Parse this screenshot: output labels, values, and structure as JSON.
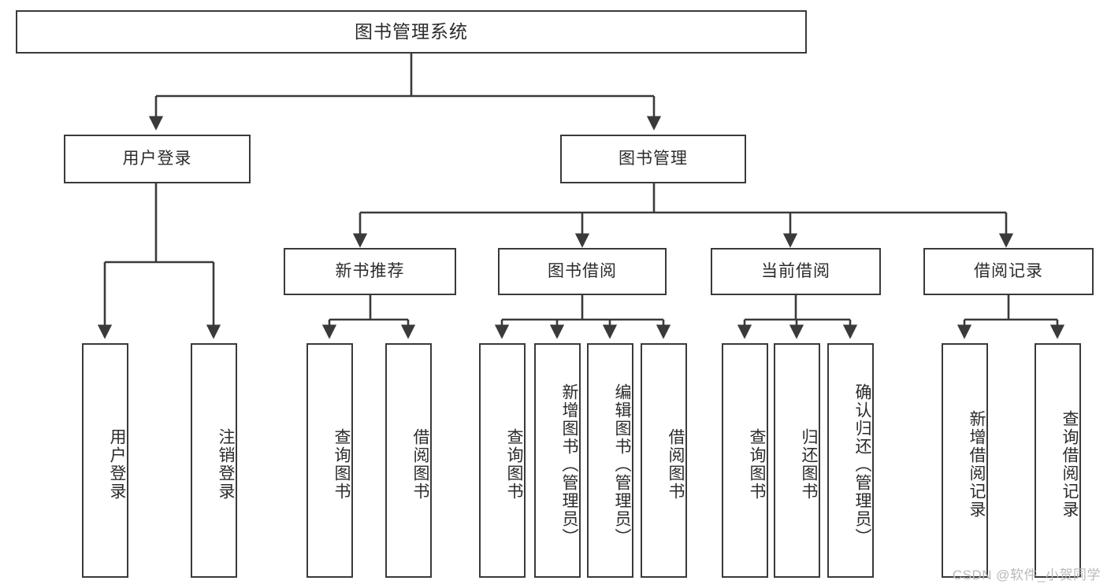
{
  "diagram": {
    "type": "tree-hierarchy-diagram",
    "title": "图书管理系统",
    "colors": {
      "stroke": "#3a3a3a",
      "fill": "#ffffff",
      "text": "#2b2b2b",
      "watermark": "#b9b9b9",
      "background": "#ffffff"
    },
    "root": {
      "label": "图书管理系统"
    },
    "level2": [
      {
        "id": "user-login",
        "label": "用户登录"
      },
      {
        "id": "book-management",
        "label": "图书管理"
      }
    ],
    "level3": [
      {
        "id": "new-book-recommend",
        "label": "新书推荐",
        "parent": "book-management"
      },
      {
        "id": "book-borrow",
        "label": "图书借阅",
        "parent": "book-management"
      },
      {
        "id": "current-borrow",
        "label": "当前借阅",
        "parent": "book-management"
      },
      {
        "id": "borrow-record",
        "label": "借阅记录",
        "parent": "book-management"
      }
    ],
    "leaves": {
      "user-login": [
        {
          "id": "leaf-user-login",
          "label": "用户登录"
        },
        {
          "id": "leaf-user-logout",
          "label": "注销登录"
        }
      ],
      "new-book-recommend": [
        {
          "id": "leaf-query-book-1",
          "label": "查询图书"
        },
        {
          "id": "leaf-borrow-book-1",
          "label": "借阅图书"
        }
      ],
      "book-borrow": [
        {
          "id": "leaf-query-book-2",
          "label": "查询图书"
        },
        {
          "id": "leaf-add-book",
          "label": "新增图书（管理员）"
        },
        {
          "id": "leaf-edit-book",
          "label": "编辑图书（管理员）"
        },
        {
          "id": "leaf-borrow-book-2",
          "label": "借阅图书"
        }
      ],
      "current-borrow": [
        {
          "id": "leaf-query-book-3",
          "label": "查询图书"
        },
        {
          "id": "leaf-return-book",
          "label": "归还图书"
        },
        {
          "id": "leaf-confirm-return",
          "label": "确认归还（管理员）"
        }
      ],
      "borrow-record": [
        {
          "id": "leaf-add-record",
          "label": "新增借阅记录"
        },
        {
          "id": "leaf-query-record",
          "label": "查询借阅记录"
        }
      ]
    }
  },
  "watermark": {
    "text": "CSDN @软件_小贺同学"
  }
}
